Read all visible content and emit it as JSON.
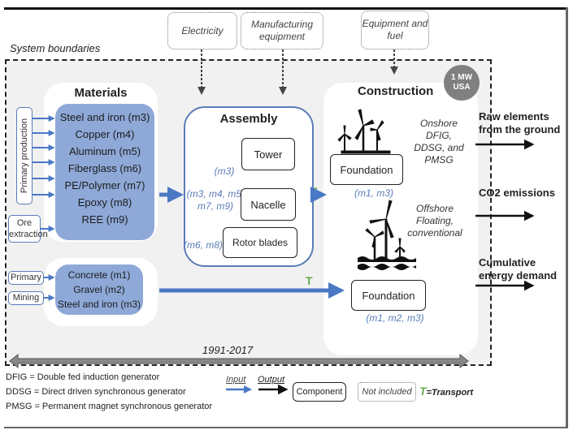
{
  "system_boundaries_label": "System boundaries",
  "external_inputs": [
    {
      "label": "Electricity"
    },
    {
      "label": "Manufacturing equipment"
    },
    {
      "label": "Equipment and fuel"
    }
  ],
  "materials": {
    "title": "Materials",
    "primary_production_label": "Primary production",
    "ore_extraction_label": "Ore extraction",
    "items": [
      "Steel and iron (m3)",
      "Copper (m4)",
      "Aluminum (m5)",
      "Fiberglass (m6)",
      "PE/Polymer (m7)",
      "Epoxy (m8)",
      "REE (m9)"
    ]
  },
  "construction_materials": {
    "primary_label": "Primary",
    "mining_label": "Mining",
    "items": [
      "Concrete (m1)",
      "Gravel (m2)",
      "Steel and iron (m3)"
    ]
  },
  "assembly": {
    "title": "Assembly",
    "components": [
      {
        "name": "Tower",
        "materials": "(m3)"
      },
      {
        "name": "Nacelle",
        "materials": "(m3, m4, m5, m7, m9)"
      },
      {
        "name": "Rotor blades",
        "materials": "(m6, m8)"
      }
    ]
  },
  "transport_marker": "T",
  "construction": {
    "title": "Construction",
    "badge": "1 MW USA",
    "onshore": {
      "description": "Onshore DFIG, DDSG, and PMSG",
      "foundation_label": "Foundation",
      "materials": "(m1, m3)"
    },
    "offshore": {
      "description": "Offshore Floating, conventional",
      "foundation_label": "Foundation",
      "materials": "(m1, m2, m3)"
    }
  },
  "outputs": [
    {
      "label": "Raw elements from the ground"
    },
    {
      "label": "CO2 emissions"
    },
    {
      "label": "Cumulative energy demand"
    }
  ],
  "timeline": "1991-2017",
  "abbreviations": [
    "DFIG = Double fed induction generator",
    "DDSG = Direct driven synchronous generator",
    "PMSG = Permanent magnet synchronous generator"
  ],
  "legend": {
    "input": "Input",
    "output": "Output",
    "component": "Component",
    "not_included": "Not included",
    "transport": "=Transport",
    "transport_letter": "T"
  },
  "colors": {
    "blue_box": "#8ea9d8",
    "blue_arrow": "#4a78c4",
    "transport_green": "#6aa84f",
    "badge_gray": "#808080"
  }
}
